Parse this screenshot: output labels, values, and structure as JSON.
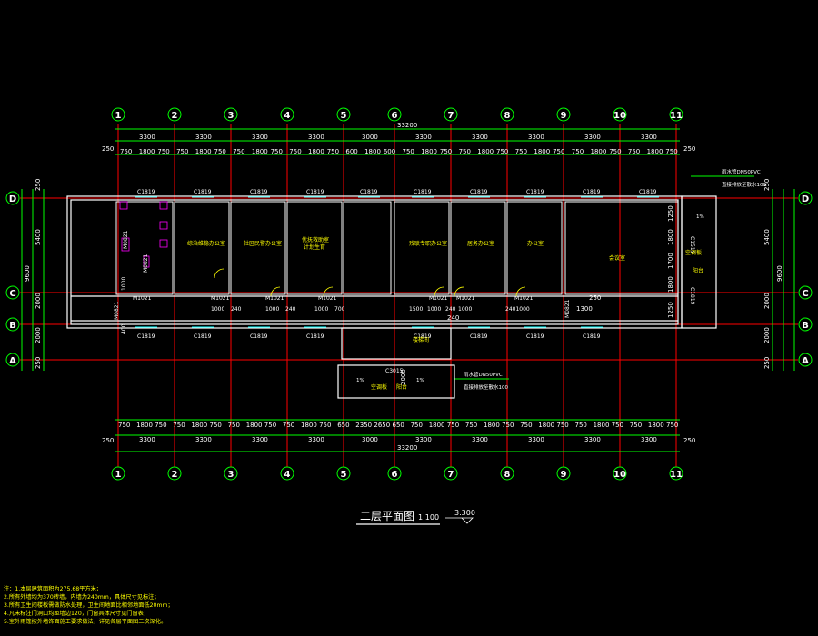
{
  "drawing": {
    "title": "二层平面图",
    "scale": "1:100",
    "elevation": "3.300"
  },
  "axes": {
    "columns": [
      "1",
      "2",
      "3",
      "4",
      "5",
      "6",
      "7",
      "8",
      "9",
      "10",
      "11"
    ],
    "rows": [
      "D",
      "C",
      "B",
      "A"
    ]
  },
  "dims": {
    "total": "33200",
    "top_spans": [
      "3300",
      "3300",
      "3300",
      "3300",
      "3000",
      "3300",
      "3300",
      "3300",
      "3300",
      "3300"
    ],
    "top_details": [
      "750",
      "1800",
      "750",
      "750",
      "1800",
      "750",
      "750",
      "1800",
      "750",
      "750",
      "1800",
      "750",
      "600",
      "1800",
      "600",
      "750",
      "1800",
      "750",
      "750",
      "1800",
      "750",
      "750",
      "1800",
      "750",
      "750",
      "1800",
      "750",
      "750",
      "1800",
      "750"
    ],
    "bottom_spans": [
      "3300",
      "3300",
      "3300",
      "3300",
      "3000",
      "3300",
      "3300",
      "3300",
      "3300",
      "3300"
    ],
    "bottom_details": [
      "750",
      "1800",
      "750",
      "750",
      "1800",
      "750",
      "750",
      "1800",
      "750",
      "750",
      "1800",
      "750",
      "650",
      "2350",
      "2650",
      "650",
      "750",
      "1800",
      "750",
      "750",
      "1800",
      "750",
      "750",
      "1800",
      "750",
      "750",
      "1800",
      "750",
      "750",
      "1800",
      "750"
    ],
    "edge": "250",
    "left_outer": [
      "250",
      "5400",
      "2000",
      "2000",
      "250"
    ],
    "left_total": "9600",
    "right_outer": [
      "250",
      "5400",
      "2000",
      "2000",
      "250"
    ],
    "right_total": "9600"
  },
  "windows": {
    "top": [
      "C1819",
      "C1819",
      "C1819",
      "C1819",
      "C1819",
      "C1819",
      "C1819",
      "C1819",
      "C1819",
      "C1819"
    ],
    "bottom": [
      "C1819",
      "C1819",
      "C1819",
      "C1819",
      "C1819",
      "C1819",
      "C1819",
      "C1819"
    ],
    "balcony": "C3015",
    "right_side": [
      "C1519",
      "C1819"
    ]
  },
  "doors": {
    "labels": [
      "M1021",
      "M1021",
      "M1021",
      "M1021",
      "M1021",
      "M1021",
      "M1021",
      "M0821",
      "M0821",
      "M0821"
    ],
    "offsets": [
      "1000",
      "240",
      "1000",
      "240",
      "1000",
      "700",
      "1500",
      "1000",
      "240",
      "1000",
      "2401000"
    ]
  },
  "rooms": {
    "r1": "综治维稳办公室",
    "r2": "社区民警办公室",
    "r3": "优抚救助室",
    "r3b": "计划生育",
    "r4": "残联专职办公室",
    "r5": "居务办公室",
    "r6": "办公室",
    "r7": "会议室",
    "r8": "楼梯间",
    "balcony": "空调板",
    "balcony2": "阳台",
    "right_balcony": "空调板",
    "right_balcony2": "阳台"
  },
  "annotations": {
    "drain1": "雨水管DN50PVC",
    "drain1b": "直接排放至散水100",
    "drain2": "雨水管DN50PVC",
    "drain2b": "直接排放至散水100",
    "i_mark": "1%"
  },
  "misc": {
    "d1250": "1250",
    "d1800": "1800",
    "d1700": "1700",
    "d1800b": "1800",
    "d1250b": "1250",
    "d2000": "2000",
    "d240": "240",
    "d1300": "1300",
    "d250": "250",
    "d2350": "2350",
    "d1500": "1500",
    "d3300": "3300",
    "left_door": "M0821",
    "left_d1": "1000",
    "left_d2": "400"
  },
  "notes": [
    "注：1.本层建筑面积为275.68平方米；",
    "2.所有外墙均为370砖墙，内墙为240mm，具体尺寸见标注；",
    "3.所有卫生间楼板需做防水处理，卫生间地面比相邻地面低20mm；",
    "4.凡未标注门洞口均距墙边120，门窗具体尺寸见门窗表；",
    "5.室外雨篷按外墙饰面施工要求做法，详见各层平面图二次深化。"
  ]
}
